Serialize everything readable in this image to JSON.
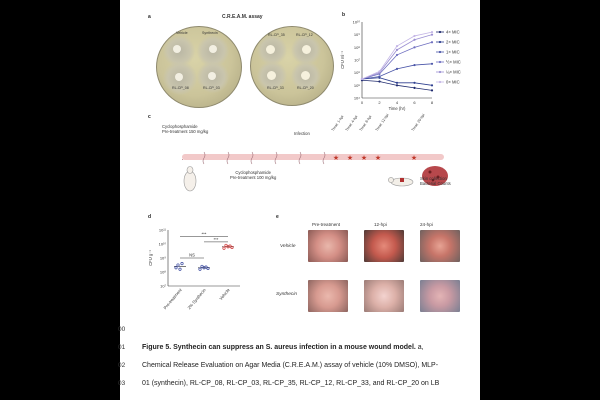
{
  "panel_a": {
    "letter": "a",
    "title": "C.R.E.A.M. assay",
    "plate1": {
      "labels": [
        "Vehicle",
        "Synthecin",
        "RL-CP_08",
        "RL-CP_03"
      ]
    },
    "plate2": {
      "labels": [
        "RL-CP_35",
        "RL-CP_12",
        "RL-CP_33",
        "RL-CP_20"
      ]
    }
  },
  "panel_b": {
    "letter": "b",
    "chart_data": {
      "type": "line",
      "xlabel": "Time (hr)",
      "ylabel": "CFU ml⁻¹",
      "x": [
        0,
        2,
        4,
        6,
        8
      ],
      "xticks": [
        "0",
        "2",
        "4",
        "6",
        "8"
      ],
      "yticks": [
        "10¹⁰",
        "10⁹",
        "10⁸",
        "10⁷",
        "10⁶",
        "10⁵",
        "10⁴"
      ],
      "ylog": true,
      "ylim": [
        4,
        10
      ],
      "legend_position": "right",
      "series": [
        {
          "name": "4× MIC",
          "color": "#1f2a6e",
          "values": [
            5.4,
            5.3,
            5.0,
            4.8,
            4.6
          ]
        },
        {
          "name": "2× MIC",
          "color": "#2e3f8f",
          "values": [
            5.5,
            5.6,
            5.2,
            5.2,
            5.0
          ]
        },
        {
          "name": "1× MIC",
          "color": "#4a55a8",
          "values": [
            5.5,
            5.7,
            6.3,
            6.6,
            6.7
          ]
        },
        {
          "name": "½× MIC",
          "color": "#6f6fc0",
          "values": [
            5.5,
            5.9,
            7.4,
            8.0,
            8.4
          ]
        },
        {
          "name": "¼× MIC",
          "color": "#9b8fd2",
          "values": [
            5.5,
            6.0,
            7.8,
            8.6,
            9.0
          ]
        },
        {
          "name": "0× MIC",
          "color": "#c4b6e6",
          "values": [
            5.5,
            6.1,
            8.1,
            8.9,
            9.2
          ]
        }
      ]
    }
  },
  "panel_c": {
    "letter": "c",
    "pretreat1": "Cyclophosphamide\nPre-treatment 150 mg/kg",
    "infection": "Infection",
    "pretreat2": "Cyclophosphamide\nPre-treatment 100 mg/kg",
    "treats": [
      "Treat: 1-hpi",
      "Treat: 4-hpi",
      "Treat: 8-hpi",
      "Treat: 12-hpi",
      "Treat: 20-hpi"
    ],
    "collection": "Skin collection\nBacterial Counts"
  },
  "panel_d": {
    "letter": "d",
    "chart_data": {
      "type": "scatter",
      "ylabel": "CFU g⁻¹",
      "categories": [
        "Pre-treatment",
        "2% Synthecin",
        "Vehicle"
      ],
      "yticks": [
        "10¹¹",
        "10¹⁰",
        "10⁹",
        "10⁸",
        "10⁷"
      ],
      "ylim": [
        7,
        11
      ],
      "points": [
        {
          "group": "Pre-treatment",
          "color": "#3b4aa0",
          "values": [
            8.3,
            8.5,
            8.2,
            8.6
          ]
        },
        {
          "group": "2% Synthecin",
          "color": "#3b4aa0",
          "values": [
            8.2,
            8.4,
            8.3,
            8.35,
            8.25
          ]
        },
        {
          "group": "Vehicle",
          "color": "#d23a3a",
          "values": [
            9.7,
            9.9,
            9.8,
            9.85,
            9.75
          ]
        }
      ],
      "annotations": [
        "NS",
        "***",
        "***"
      ]
    }
  },
  "panel_e": {
    "letter": "e",
    "columns": [
      "Pre-treatment",
      "12-hpi",
      "24-hpi"
    ],
    "rows": [
      "Vehicle",
      "Synthecin"
    ]
  },
  "lines": {
    "n00": "00",
    "n01": "01",
    "n02": "02",
    "n03": "03"
  },
  "caption": {
    "title": "Figure 5. Synthecin can suppress an S. aureus infection in a mouse wound model.",
    "title_suffix": " a,",
    "line2": "Chemical Release Evaluation on Agar Media (C.R.E.A.M.) assay of vehicle (10% DMSO), MLP-",
    "line3": "01 (synthecin), RL-CP_08, RL-CP_03, RL-CP_35, RL-CP_12, RL-CP_33, and RL-CP_20 on LB"
  }
}
